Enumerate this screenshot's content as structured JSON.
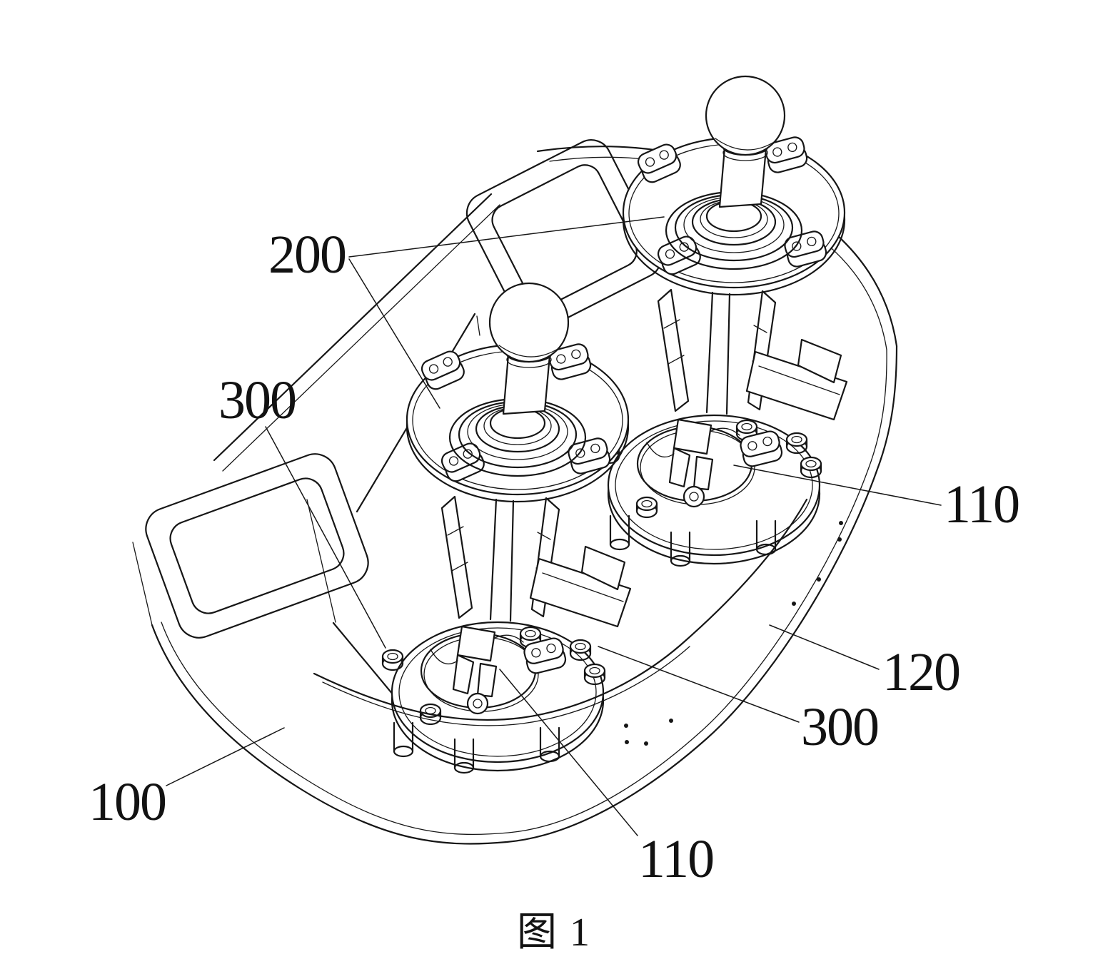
{
  "figure": {
    "caption": "图 1",
    "labels": {
      "l200": "200",
      "l300_left": "300",
      "l110_right": "110",
      "l120": "120",
      "l300_right": "300",
      "l100": "100",
      "l110_bottom": "110"
    },
    "colors": {
      "line": "#161616",
      "background": "#ffffff"
    }
  }
}
